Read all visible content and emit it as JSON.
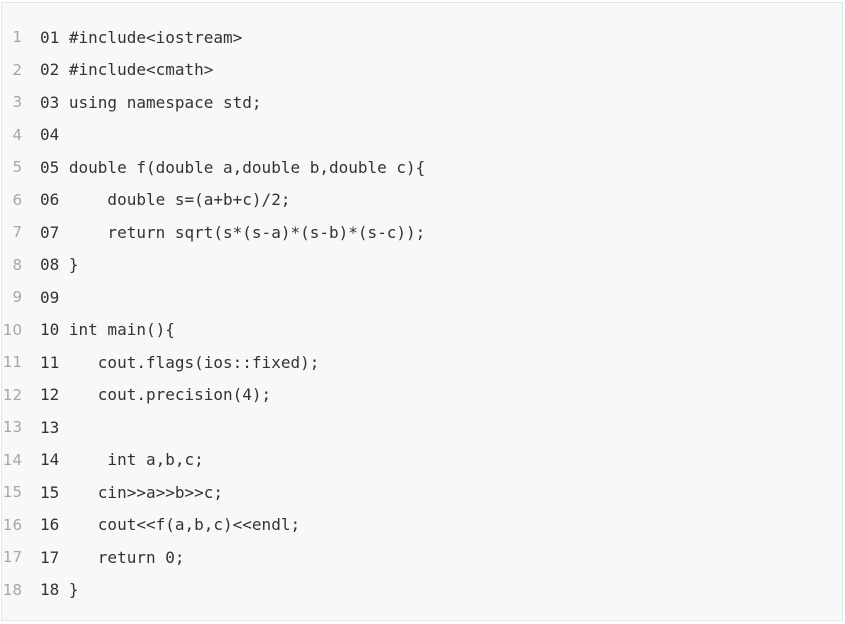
{
  "code_block": {
    "lines": [
      {
        "gutter": "1",
        "text": "01 #include<iostream>"
      },
      {
        "gutter": "2",
        "text": "02 #include<cmath>"
      },
      {
        "gutter": "3",
        "text": "03 using namespace std;"
      },
      {
        "gutter": "4",
        "text": "04"
      },
      {
        "gutter": "5",
        "text": "05 double f(double a,double b,double c){"
      },
      {
        "gutter": "6",
        "text": "06     double s=(a+b+c)/2;"
      },
      {
        "gutter": "7",
        "text": "07     return sqrt(s*(s-a)*(s-b)*(s-c));"
      },
      {
        "gutter": "8",
        "text": "08 }"
      },
      {
        "gutter": "9",
        "text": "09"
      },
      {
        "gutter": "10",
        "text": "10 int main(){"
      },
      {
        "gutter": "11",
        "text": "11    cout.flags(ios::fixed);"
      },
      {
        "gutter": "12",
        "text": "12    cout.precision(4);"
      },
      {
        "gutter": "13",
        "text": "13"
      },
      {
        "gutter": "14",
        "text": "14     int a,b,c;"
      },
      {
        "gutter": "15",
        "text": "15    cin>>a>>b>>c;"
      },
      {
        "gutter": "16",
        "text": "16    cout<<f(a,b,c)<<endl;"
      },
      {
        "gutter": "17",
        "text": "17    return 0;"
      },
      {
        "gutter": "18",
        "text": "18 }"
      }
    ]
  }
}
